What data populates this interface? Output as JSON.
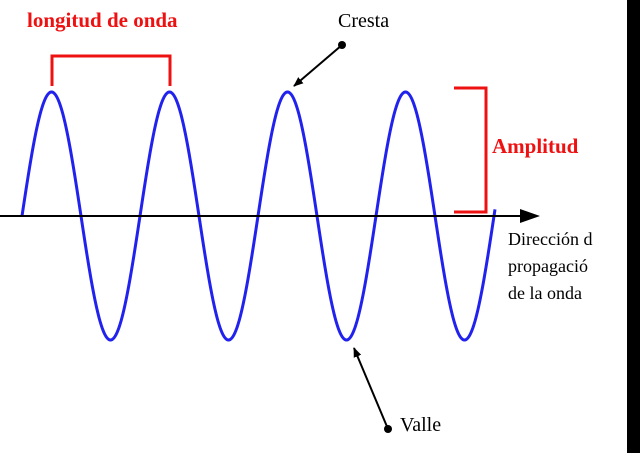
{
  "labels": {
    "wavelength": "longitud de onda",
    "crest": "Cresta",
    "amplitude": "Amplitud",
    "direction_line1": "Dirección d",
    "direction_line2": "propagació",
    "direction_line3": "de la onda",
    "trough": "Valle"
  },
  "colors": {
    "wave": "#2222ee",
    "annotation_red": "#ee1111",
    "axis": "#000000",
    "text": "#000000",
    "right_edge_band": "#000000"
  }
}
